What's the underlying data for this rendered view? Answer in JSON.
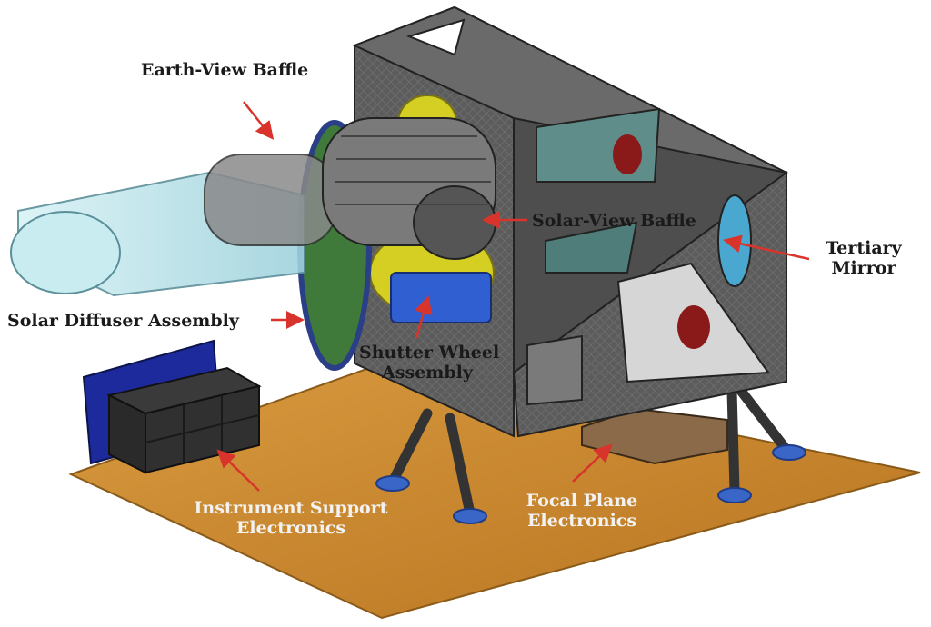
{
  "labels": {
    "earth_view_baffle": "Earth-View Baffle",
    "solar_view_baffle": "Solar-View Baffle",
    "tertiary_mirror_line1": "Tertiary",
    "tertiary_mirror_line2": "Mirror",
    "solar_diffuser_assembly": "Solar Diffuser Assembly",
    "shutter_wheel_line1": "Shutter Wheel",
    "shutter_wheel_line2": "Assembly",
    "instrument_support_line1": "Instrument Support",
    "instrument_support_line2": "Electronics",
    "focal_plane_line1": "Focal Plane",
    "focal_plane_line2": "Electronics"
  },
  "colors": {
    "arrow": "#d9342b",
    "base_plate": "#c8862c",
    "housing": "#5a5a5a",
    "baffle_glass": "#bfe6ec",
    "shutter_wheel": "#d9d22a",
    "electronics_panel": "#1c2a9c",
    "legs": "#3a3a3a"
  }
}
